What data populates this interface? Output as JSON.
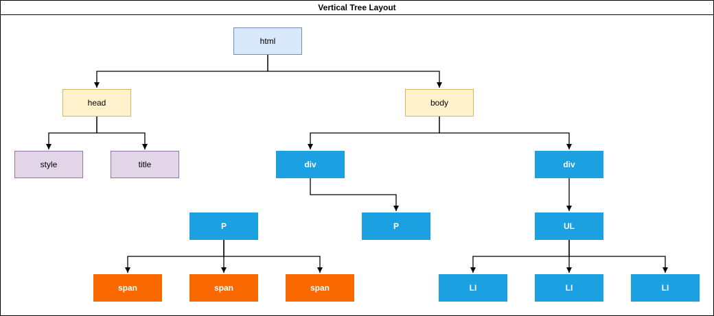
{
  "diagram": {
    "title": "Vertical Tree Layout",
    "nodes": {
      "html": "html",
      "head": "head",
      "body": "body",
      "style": "style",
      "title": "title",
      "div_left": "div",
      "div_right": "div",
      "p_left": "P",
      "p_mid": "P",
      "ul": "UL",
      "span_1": "span",
      "span_2": "span",
      "span_3": "span",
      "li_1": "LI",
      "li_2": "LI",
      "li_3": "LI"
    },
    "edges": [
      [
        "html",
        "head"
      ],
      [
        "html",
        "body"
      ],
      [
        "head",
        "style"
      ],
      [
        "head",
        "title"
      ],
      [
        "body",
        "div_left"
      ],
      [
        "body",
        "div_right"
      ],
      [
        "div_left",
        "p_mid"
      ],
      [
        "div_right",
        "ul"
      ],
      [
        "p_left",
        "span_1"
      ],
      [
        "p_left",
        "span_2"
      ],
      [
        "p_left",
        "span_3"
      ],
      [
        "ul",
        "li_1"
      ],
      [
        "ul",
        "li_2"
      ],
      [
        "ul",
        "li_3"
      ]
    ],
    "colors": {
      "root_fill": "#dae8fc",
      "level1_fill": "#fff2cc",
      "head_children_fill": "#e1d5e7",
      "blue_fill": "#1ba1e2",
      "orange_fill": "#fa6800",
      "edge": "#000000"
    }
  }
}
